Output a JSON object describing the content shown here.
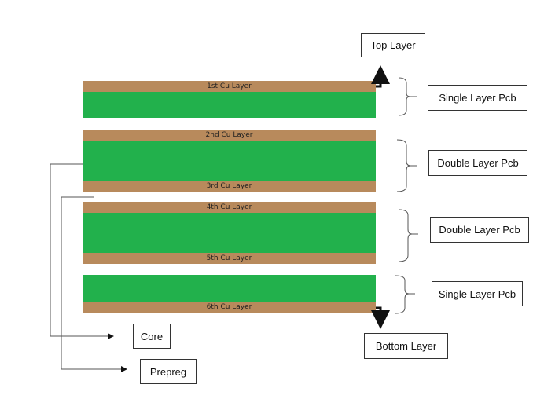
{
  "layers": {
    "cu1": "1st Cu Layer",
    "cu2": "2nd Cu Layer",
    "cu3": "3rd Cu Layer",
    "cu4": "4th Cu Layer",
    "cu5": "5th Cu Layer",
    "cu6": "6th Cu Layer"
  },
  "labels": {
    "top_layer": "Top Layer",
    "bottom_layer": "Bottom Layer",
    "group1": "Single Layer Pcb",
    "group2": "Double Layer Pcb",
    "group3": "Double Layer Pcb",
    "group4": "Single Layer Pcb",
    "core": "Core",
    "prepreg": "Prepreg"
  },
  "colors": {
    "copper": "#b88a5c",
    "substrate": "#22b14c"
  }
}
